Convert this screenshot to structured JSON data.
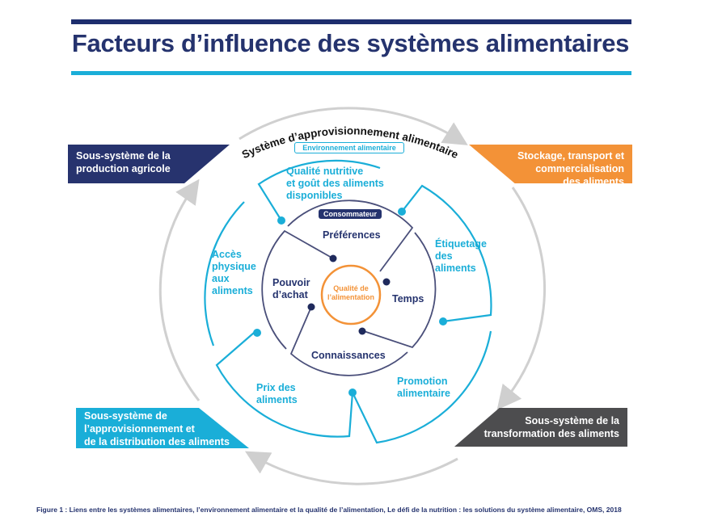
{
  "title": "Facteurs d’influence des systèmes alimentaires",
  "outer_ring_label": "Système d’approvisionnement alimentaire",
  "subsystems": {
    "agri": [
      "Sous-système de la",
      "production agricole"
    ],
    "stock": [
      "Stockage, transport et",
      "commercialisation",
      "des aliments"
    ],
    "appro": [
      "Sous-système de",
      "l’approvisionnement et",
      "de la distribution des aliments"
    ],
    "trans": [
      "Sous-système de la",
      "transformation des aliments"
    ]
  },
  "environment": {
    "tag": "Environnement alimentaire",
    "qualite": [
      "Qualité nutritive",
      "et goût des aliments",
      "disponibles"
    ],
    "etiquetage": [
      "Étiquetage",
      "des",
      "aliments"
    ],
    "promotion": [
      "Promotion",
      "alimentaire"
    ],
    "prix": [
      "Prix des",
      "aliments"
    ],
    "acces": [
      "Accès",
      "physique",
      "aux",
      "aliments"
    ]
  },
  "consumer": {
    "tag": "Consommateur",
    "preferences": "Préférences",
    "pouvoir": [
      "Pouvoir",
      "d’achat"
    ],
    "temps": "Temps",
    "connaissances": "Connaissances",
    "center": [
      "Qualité de",
      "l’alimentation"
    ]
  },
  "caption": "Figure 1 : Liens entre les systèmes alimentaires, l’environnement alimentaire et la qualité de l’alimentation, Le défi de la nutrition : les solutions du système alimentaire, OMS, 2018",
  "colors": {
    "navy": "#25336e",
    "cyan": "#1aaed8",
    "orange": "#f39237",
    "gray": "#4d4d4f",
    "ring": "#cfcfcf"
  }
}
